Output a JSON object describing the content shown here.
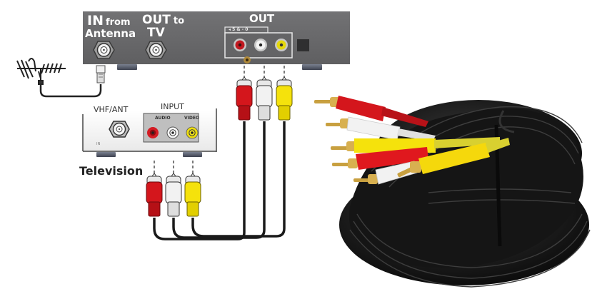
{
  "title": "Composite AV cable connection diagram",
  "set_top_box": {
    "in_label_main": "IN",
    "in_label_sub": "from",
    "in_label_line2": "Antenna",
    "out_tv_label_main": "OUT",
    "out_tv_label_sub": "to",
    "out_tv_label_line2": "TV",
    "av_out_label": "OUT",
    "av_out_sublabel": "◂ 5 & - 0",
    "box_color": "#6b6b6d"
  },
  "television": {
    "name": "Television",
    "vhf_label": "VHF/ANT",
    "vhf_sublabel": "IN",
    "input_label": "INPUT",
    "audio_label": "AUDIO",
    "video_label": "VIDEO"
  },
  "colors": {
    "red": "#d4161c",
    "white": "#f2f2f2",
    "yellow": "#f5e20c",
    "cable": "#1a1a1a",
    "gold": "#c8a040"
  },
  "plugs": [
    "red",
    "white",
    "yellow"
  ]
}
